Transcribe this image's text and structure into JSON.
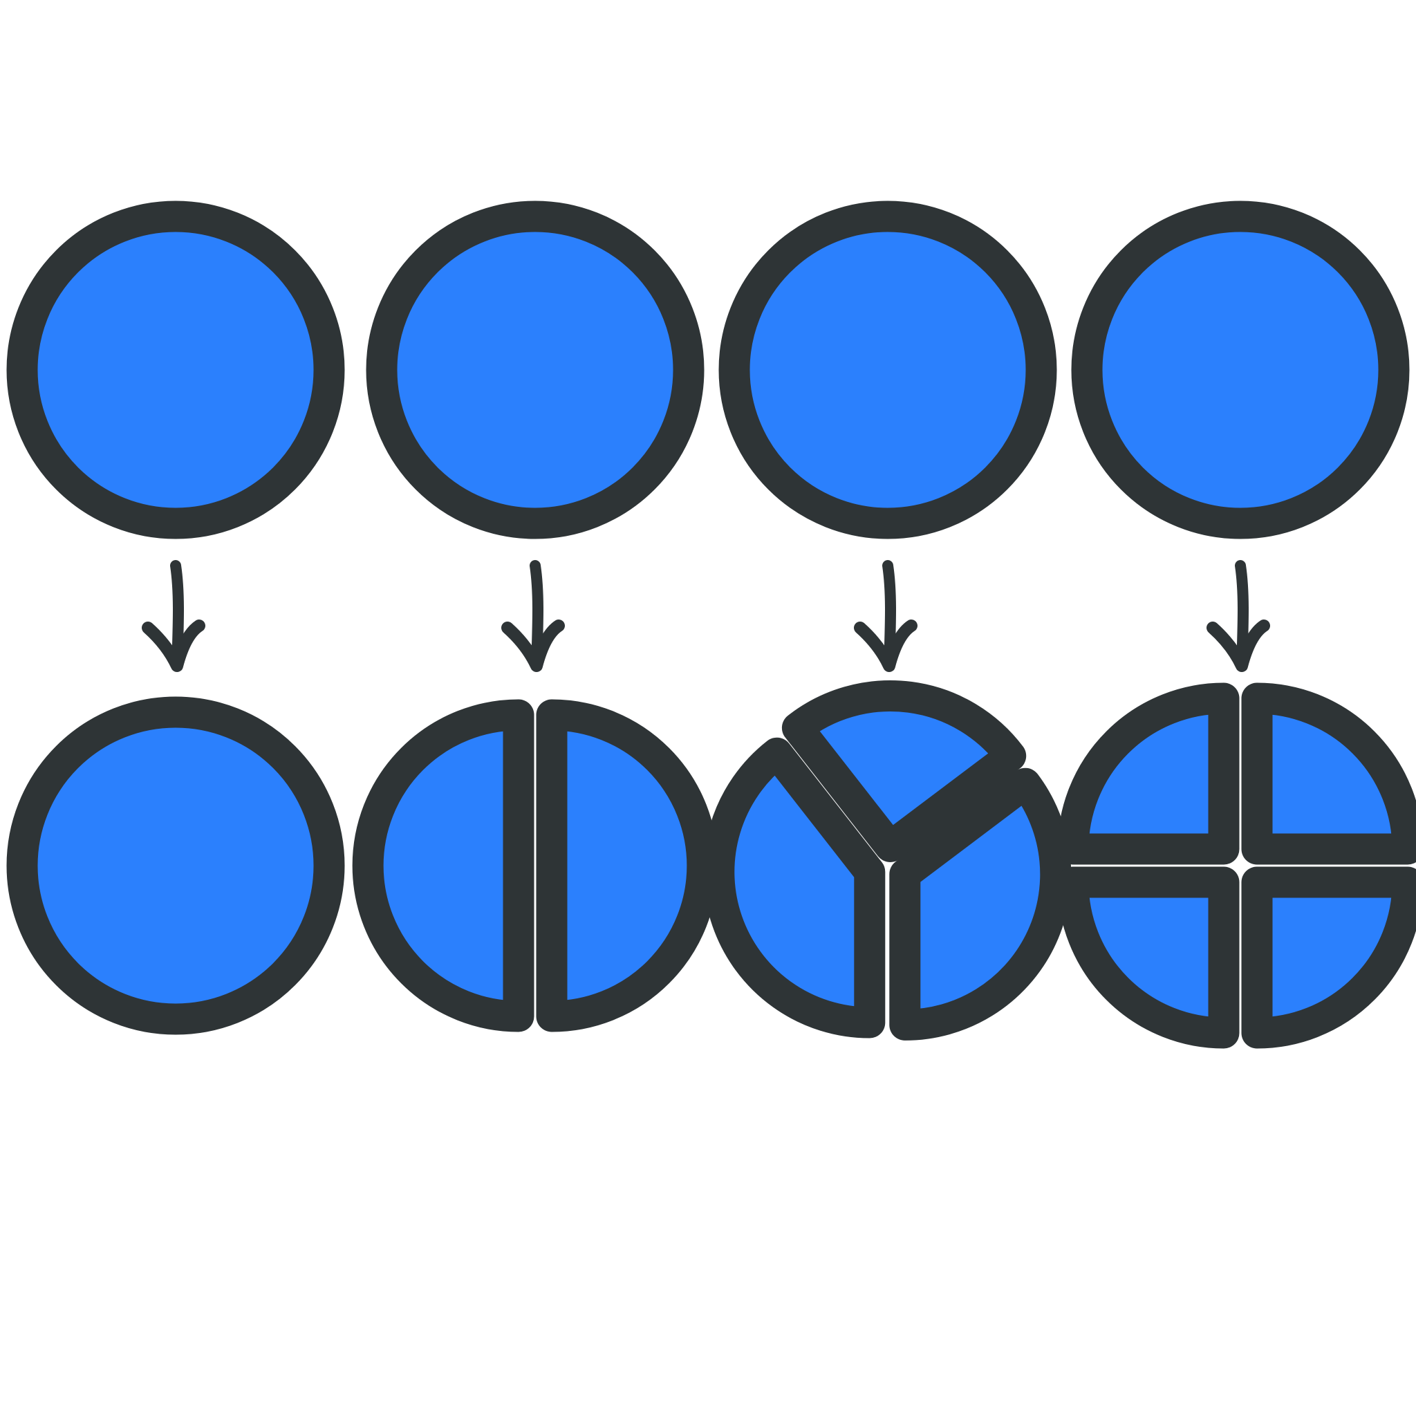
{
  "colors": {
    "fill": "#2B80FD",
    "stroke": "#2E3436",
    "background": "#FFFFFF"
  },
  "columns": [
    {
      "whole": 1,
      "parts": 1
    },
    {
      "whole": 1,
      "parts": 2
    },
    {
      "whole": 1,
      "parts": 3
    },
    {
      "whole": 1,
      "parts": 4
    }
  ]
}
